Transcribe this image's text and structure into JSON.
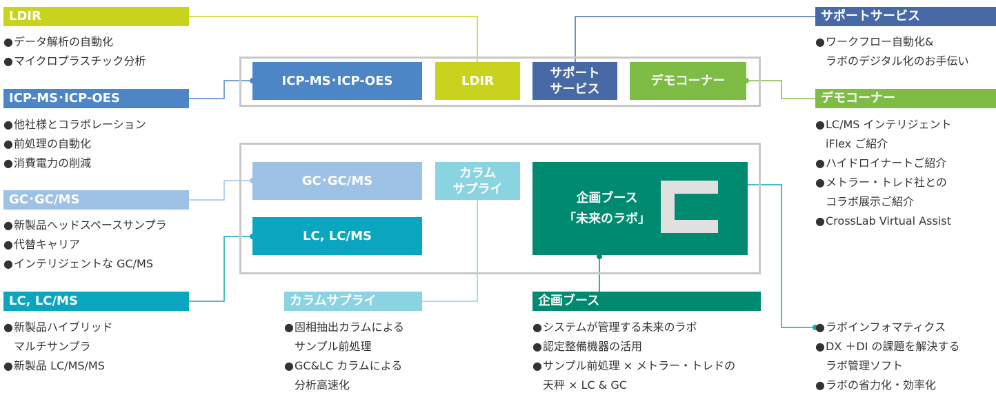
{
  "colors": {
    "ldir": "#c9d31d",
    "icp": "#4c86c6",
    "support": "#476aa7",
    "demo": "#7ebc46",
    "gc": "#9ec2e5",
    "lc": "#0aa6bf",
    "column": "#8ad3e0",
    "booth": "#008a70",
    "frame": "#c8c8c8"
  },
  "bullet": "●",
  "left": {
    "ldir": {
      "title": "LDIR",
      "items": [
        "データ解析の自動化",
        "マイクロプラスチック分析"
      ]
    },
    "icp": {
      "title": "ICP-MS･ICP-OES",
      "items": [
        "他社様とコラボレーション",
        "前処理の自動化",
        "消費電力の削減"
      ]
    },
    "gc": {
      "title": "GC･GC/MS",
      "items": [
        "新製品ヘッドスペースサンプラ",
        "代替キャリア",
        "インテリジェントな GC/MS"
      ]
    },
    "lc": {
      "title": "LC, LC/MS",
      "items": [
        [
          "新製品ハイブリッド",
          "マルチサンプラ"
        ],
        [
          "新製品 LC/MS/MS"
        ]
      ]
    }
  },
  "right": {
    "support": {
      "title": "サポートサービス",
      "items": [
        [
          "ワークフロー自動化&",
          "ラボのデジタル化のお手伝い"
        ]
      ]
    },
    "demo": {
      "title": "デモコーナー",
      "items": [
        [
          "LC/MS インテリジェント",
          "iFlex ご紹介"
        ],
        [
          "ハイドロイナートご紹介"
        ],
        [
          "メトラー・トレド社との",
          "コラボ展示ご紹介"
        ],
        [
          "CrossLab Virtual Assist"
        ]
      ]
    },
    "labinfo": {
      "items": [
        [
          "ラボインフォマティクス"
        ],
        [
          "DX ＋DI の課題を解決する",
          "ラボ管理ソフト"
        ],
        [
          "ラボの省力化・効率化"
        ]
      ]
    }
  },
  "bottom": {
    "column": {
      "title": "カラムサプライ",
      "items": [
        [
          "固相抽出カラムによる",
          "サンプル前処理"
        ],
        [
          "GC&LC カラムによる",
          "分析高速化"
        ]
      ]
    },
    "booth": {
      "title": "企画ブース",
      "items": [
        [
          "システムが管理する未来のラボ"
        ],
        [
          "認定整備機器の活用"
        ],
        [
          "サンプル前処理 × メトラー・トレドの",
          "天秤 × LC & GC"
        ]
      ]
    }
  },
  "boxes": {
    "icp": "ICP-MS･ICP-OES",
    "ldir": "LDIR",
    "support": "サポート\nサービス",
    "demo": "デモコーナー",
    "gc": "GC･GC/MS",
    "column": "カラム\nサプライ",
    "lc": "LC, LC/MS",
    "booth": "企画ブース\n「未来のラボ」"
  }
}
